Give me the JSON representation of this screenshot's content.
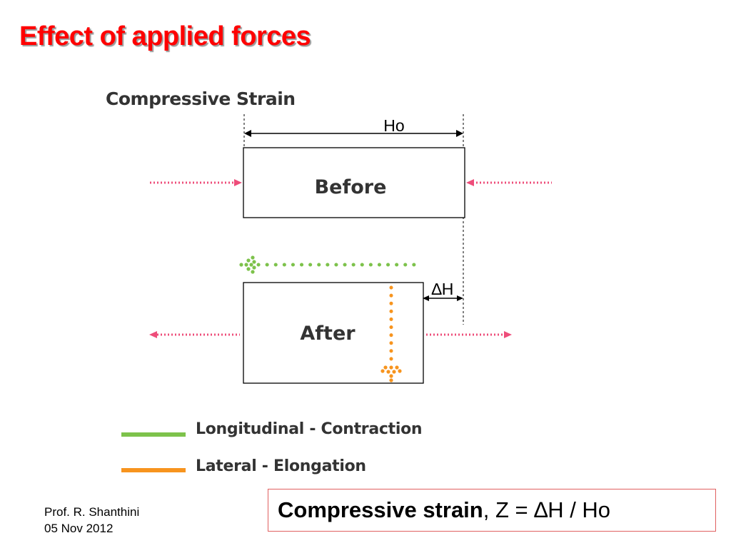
{
  "slide": {
    "title": "Effect of applied forces"
  },
  "diagram": {
    "heading": "Compressive  Strain",
    "before_label": "Before",
    "after_label": "After",
    "original_length_label": "Ho",
    "change_length_label": "∆H",
    "colors": {
      "force_arrows": "#ee4d7a",
      "longitudinal": "#7dc24b",
      "lateral": "#f7941e",
      "outline": "#000000"
    }
  },
  "legend": {
    "items": [
      {
        "label": "Longitudinal - Contraction",
        "color": "#7dc24b"
      },
      {
        "label": "Lateral - Elongation",
        "color": "#f7941e"
      }
    ]
  },
  "formula": {
    "term": "Compressive strain",
    "expression": ", Z = ∆H / Ho"
  },
  "footer": {
    "author": "Prof. R. Shanthini",
    "date": "05 Nov 2012"
  }
}
